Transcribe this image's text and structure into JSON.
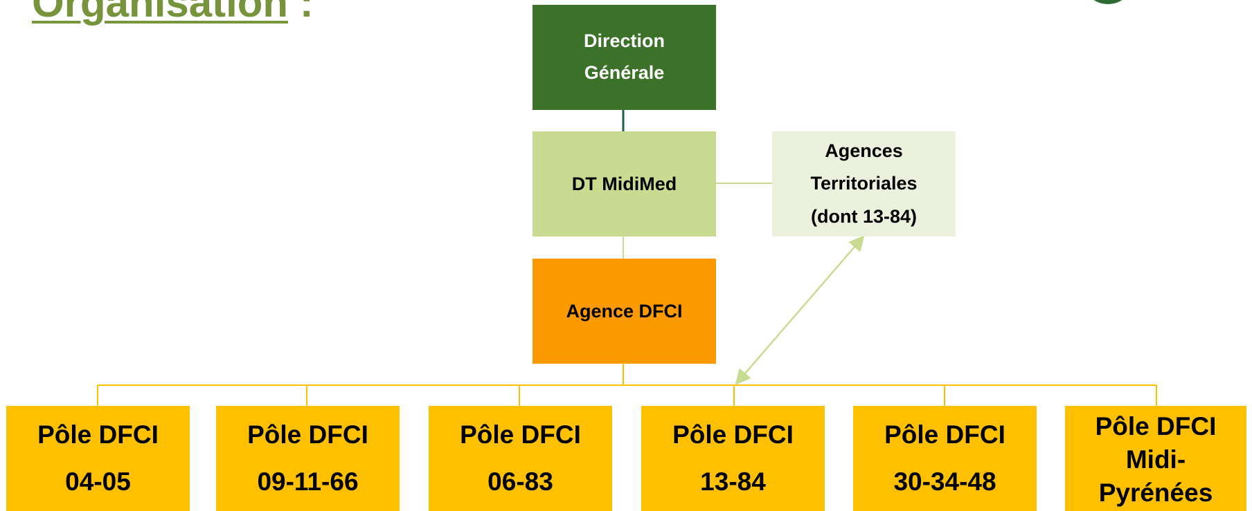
{
  "title": {
    "text": "Organisation",
    "suffix": " :"
  },
  "top": {
    "direction": [
      "Direction",
      "Générale"
    ],
    "dt": "DT MidiMed",
    "agences": [
      "Agences",
      "Territoriales",
      "(dont 13-84)"
    ],
    "agence_dfci": "Agence DFCI"
  },
  "poles": [
    {
      "line1": "Pôle DFCI",
      "line2": "04-05"
    },
    {
      "line1": "Pôle DFCI",
      "line2": "09-11-66"
    },
    {
      "line1": "Pôle DFCI",
      "line2": "06-83"
    },
    {
      "line1": "Pôle DFCI",
      "line2": "13-84"
    },
    {
      "line1": "Pôle DFCI",
      "line2": "30-34-48"
    },
    {
      "line1": "Pôle DFCI",
      "line2": "Midi-",
      "line3": "Pyrénées"
    }
  ],
  "colors": {
    "direction": "#3b7129",
    "dt": "#c8db91",
    "agences": "#ebf1dc",
    "agence_dfci": "#fe9a01",
    "pole": "#fec001",
    "title": "#77933c"
  }
}
